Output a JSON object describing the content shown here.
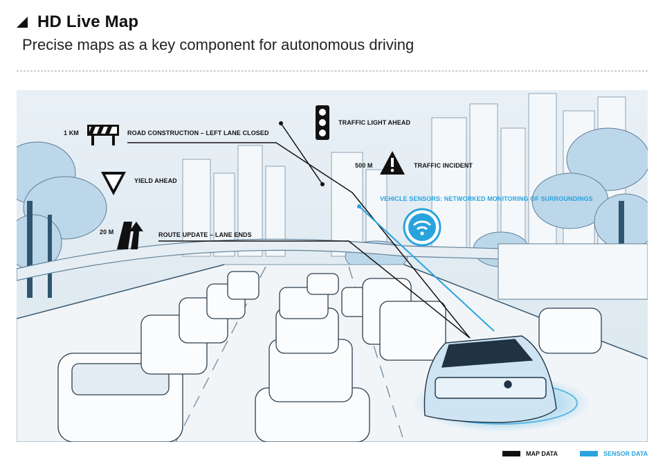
{
  "header": {
    "title": "HD Live Map",
    "subtitle": "Precise maps as a key component for autonomous driving"
  },
  "callouts": {
    "road_construction": {
      "distance": "1 KM",
      "text": "ROAD CONSTRUCTION – LEFT LANE CLOSED"
    },
    "traffic_light": {
      "text": "TRAFFIC LIGHT AHEAD"
    },
    "yield": {
      "text": "YIELD AHEAD"
    },
    "traffic_incident": {
      "distance": "500 M",
      "text": "TRAFFIC INCIDENT"
    },
    "vehicle_sensors": {
      "text": "VEHICLE SENSORS: NETWORKED MONITORING OF SURROUNDINGS"
    },
    "route_update": {
      "distance": "20 M",
      "text": "ROUTE UPDATE – LANE ENDS"
    }
  },
  "legend": {
    "map_data": {
      "label": "MAP DATA",
      "color": "#111111"
    },
    "sensor_data": {
      "label": "SENSOR DATA",
      "color": "#29a3dd"
    }
  },
  "icons": [
    "construction-barrier-icon",
    "traffic-light-icon",
    "yield-sign-icon",
    "warning-triangle-icon",
    "lane-ends-icon",
    "wifi-sensor-icon"
  ]
}
